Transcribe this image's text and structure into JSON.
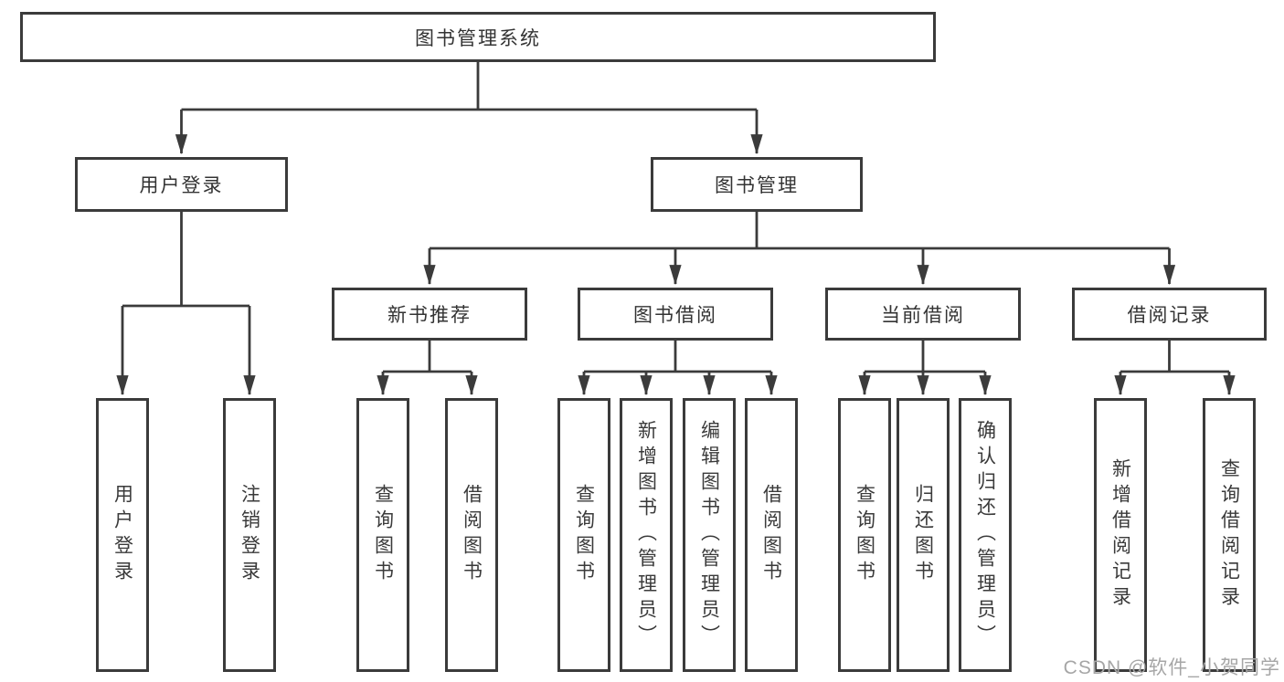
{
  "diagram": {
    "root": "图书管理系统",
    "branches": [
      {
        "label": "用户登录",
        "children": [
          "用户登录",
          "注销登录"
        ]
      },
      {
        "label": "图书管理",
        "groups": [
          {
            "label": "新书推荐",
            "children": [
              "查询图书",
              "借阅图书"
            ]
          },
          {
            "label": "图书借阅",
            "children": [
              "查询图书",
              "新增图书（管理员）",
              "编辑图书（管理员）",
              "借阅图书"
            ]
          },
          {
            "label": "当前借阅",
            "children": [
              "查询图书",
              "归还图书",
              "确认归还（管理员）"
            ]
          },
          {
            "label": "借阅记录",
            "children": [
              "新增借阅记录",
              "查询借阅记录"
            ]
          }
        ]
      }
    ]
  },
  "watermark": "CSDN @软件_小贺同学",
  "colors": {
    "line": "#3b3b3b",
    "node_text": "#3a3a3a",
    "watermark": "#a6a6a6"
  }
}
